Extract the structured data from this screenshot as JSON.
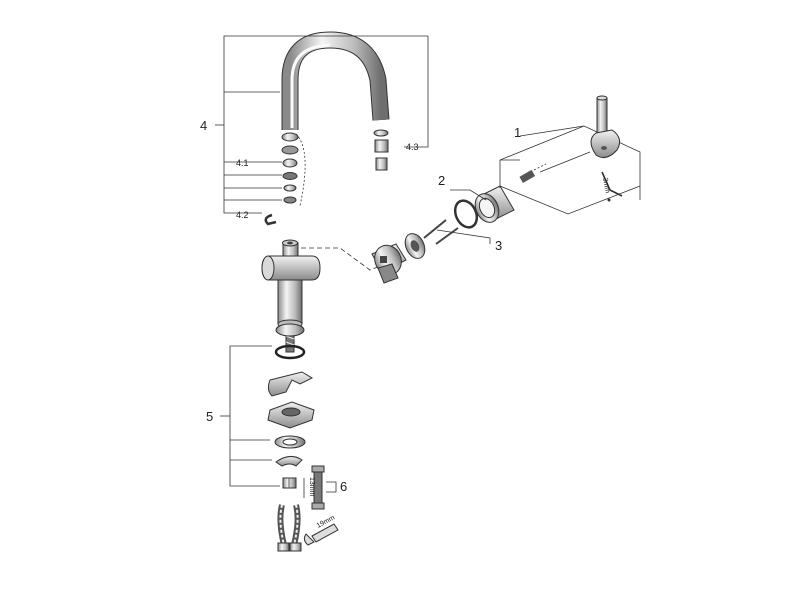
{
  "diagram": {
    "callouts": {
      "c1": "1",
      "c2": "2",
      "c3": "3",
      "c4": "4",
      "c41": "4.1",
      "c42": "4.2",
      "c43": "4.3",
      "c5": "5",
      "c6": "6"
    },
    "dimensions": {
      "hex_key": "3mm",
      "wrench_13": "13mm",
      "wrench_19": "19mm"
    }
  }
}
